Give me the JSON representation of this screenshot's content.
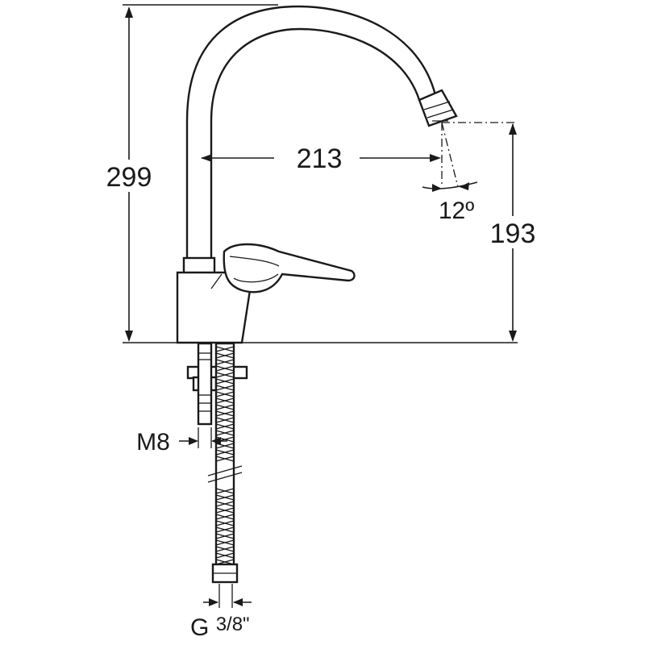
{
  "dimensions": {
    "total_height": "299",
    "reach": "213",
    "spout_height": "193",
    "spout_angle": "12º",
    "mount_thread": "M8",
    "connection": "G",
    "connection_fraction": "3/8\""
  },
  "colors": {
    "line": "#1a1a1a",
    "background": "#ffffff"
  }
}
